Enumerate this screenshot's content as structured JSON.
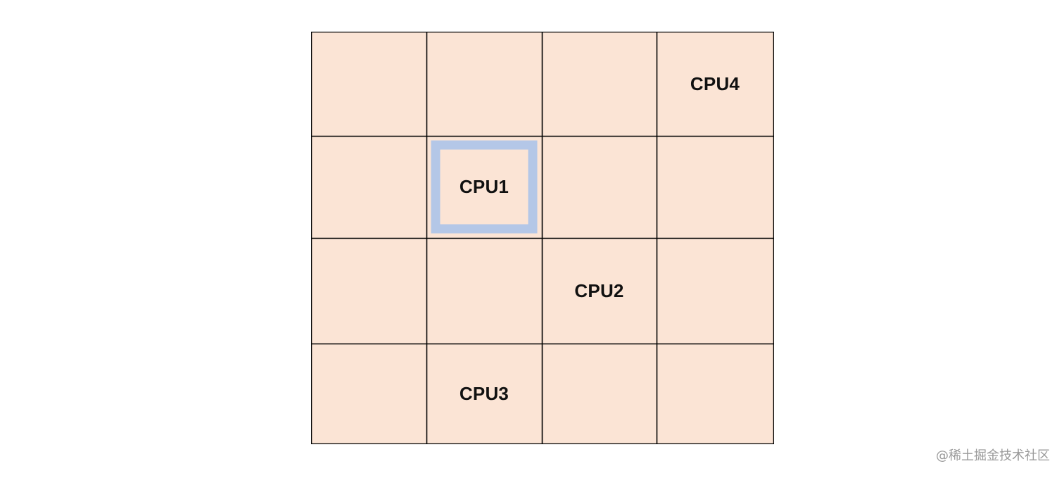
{
  "diagram": {
    "rows": 4,
    "cols": 4,
    "cell_fill": "#fbe4d5",
    "line_color": "#000000",
    "highlight_color": "#b4c7e7",
    "cells": [
      {
        "row": 0,
        "col": 3,
        "label": "CPU4",
        "highlighted": false
      },
      {
        "row": 1,
        "col": 1,
        "label": "CPU1",
        "highlighted": true
      },
      {
        "row": 2,
        "col": 2,
        "label": "CPU2",
        "highlighted": false
      },
      {
        "row": 3,
        "col": 1,
        "label": "CPU3",
        "highlighted": false
      }
    ]
  },
  "watermark": {
    "text": "@稀土掘金技术社区"
  }
}
